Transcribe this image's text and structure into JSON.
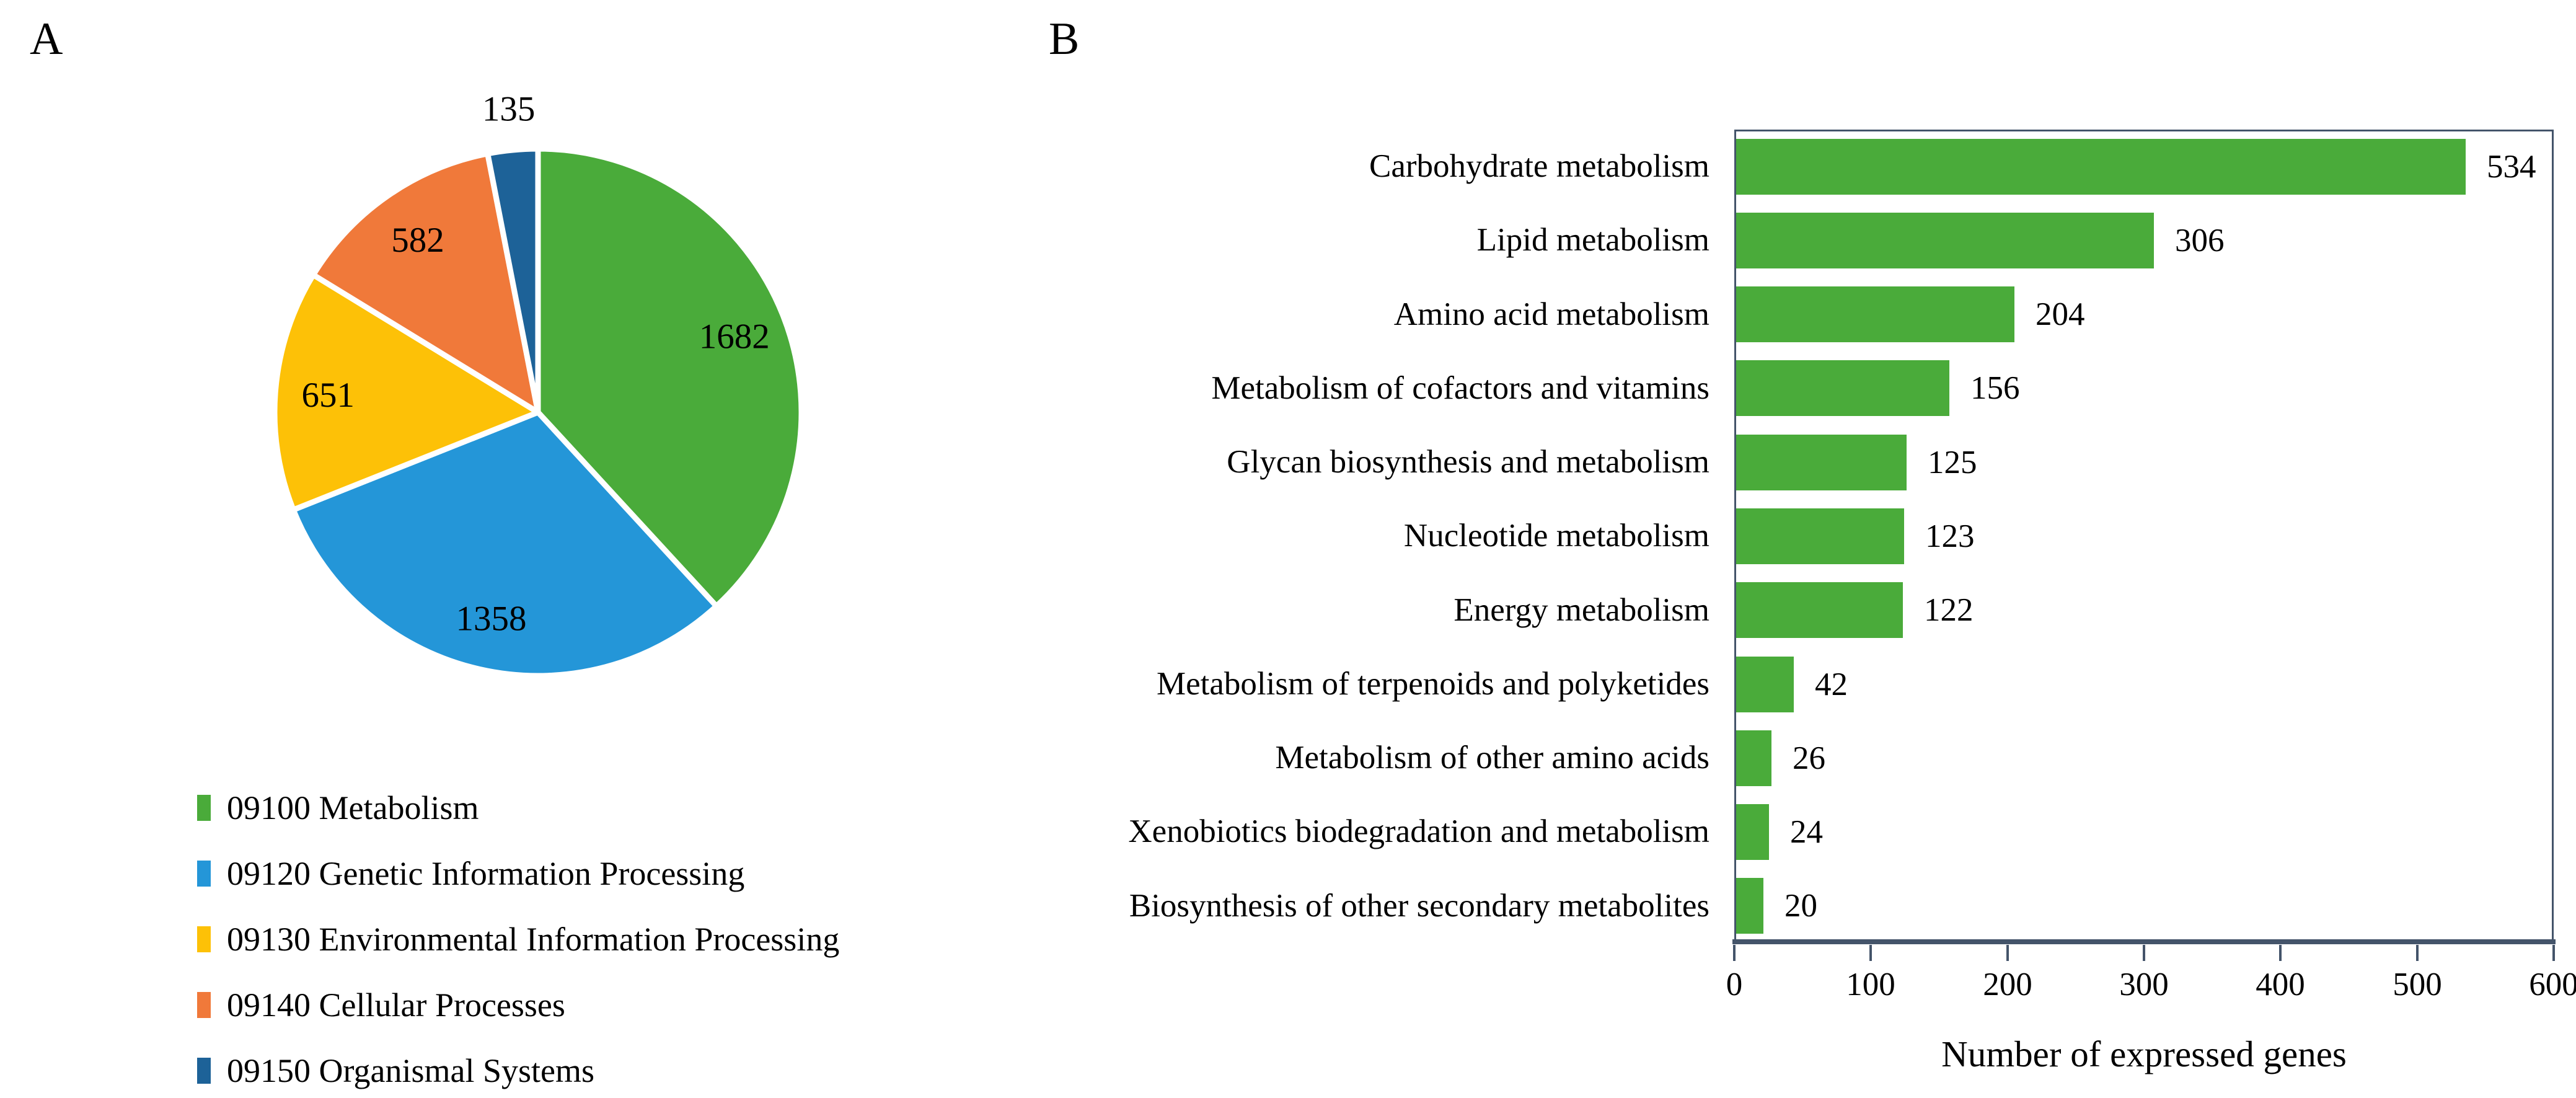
{
  "panels": {
    "a_label": "A",
    "b_label": "B"
  },
  "colors": {
    "green": "#4aab3a",
    "light_blue": "#2496d8",
    "yellow": "#fdc107",
    "orange": "#f0793a",
    "dark_blue": "#1d6298",
    "axis": "#44546a",
    "separator": "#ffffff"
  },
  "chart_data": [
    {
      "type": "pie",
      "panel": "A",
      "direction": "clockwise",
      "start_angle_deg": 0,
      "legend_position": "below-left",
      "slices": [
        {
          "label": "09100 Metabolism",
          "value": 1682,
          "color": "#4aab3a"
        },
        {
          "label": "09120 Genetic Information Processing",
          "value": 1358,
          "color": "#2496d8"
        },
        {
          "label": "09130 Environmental Information Processing",
          "value": 651,
          "color": "#fdc107"
        },
        {
          "label": "09140 Cellular Processes",
          "value": 582,
          "color": "#f0793a"
        },
        {
          "label": "09150 Organismal Systems",
          "value": 135,
          "color": "#1d6298"
        }
      ]
    },
    {
      "type": "bar",
      "panel": "B",
      "orientation": "horizontal",
      "bar_color": "#4aab3a",
      "categories": [
        "Carbohydrate metabolism",
        "Lipid metabolism",
        "Amino acid metabolism",
        "Metabolism of cofactors and vitamins",
        "Glycan biosynthesis and metabolism",
        "Nucleotide metabolism",
        "Energy metabolism",
        "Metabolism of terpenoids and polyketides",
        "Metabolism of other amino acids",
        "Xenobiotics biodegradation and metabolism",
        "Biosynthesis of other secondary metabolites"
      ],
      "values": [
        534,
        306,
        204,
        156,
        125,
        123,
        122,
        42,
        26,
        24,
        20
      ],
      "xlabel": "Number of expressed genes",
      "xlim": [
        0,
        600
      ],
      "xticks": [
        0,
        100,
        200,
        300,
        400,
        500,
        600
      ],
      "grid": false,
      "value_labels": true
    }
  ]
}
